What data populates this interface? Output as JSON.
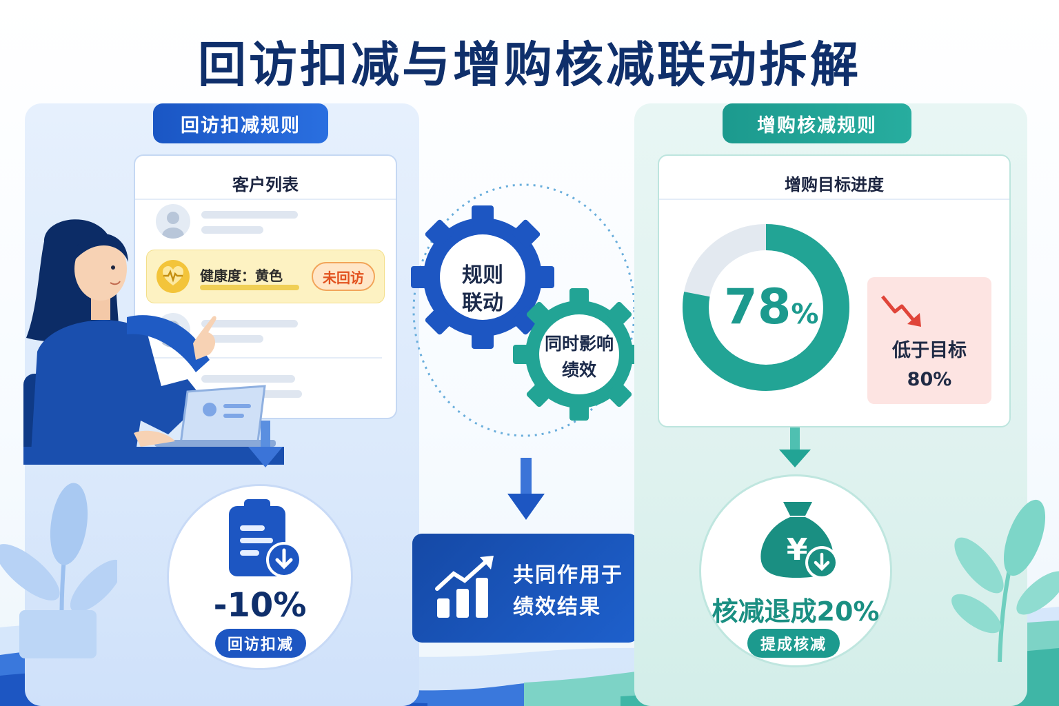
{
  "title": "回访扣减与增购核减联动拆解",
  "left_panel": {
    "tag": "回访扣减规则",
    "card_title": "客户列表",
    "highlight_row": {
      "health_text": "健康度：黄色",
      "status_badge": "未回访"
    },
    "result": {
      "value": "-10%",
      "label": "回访扣减"
    }
  },
  "center": {
    "gear_main": [
      "规则",
      "联动"
    ],
    "gear_secondary": [
      "同时影响",
      "绩效"
    ],
    "result_text": [
      "共同作用于",
      "绩效结果"
    ]
  },
  "right_panel": {
    "tag": "增购核减规则",
    "card_title": "增购目标进度",
    "progress": {
      "value": 0.78,
      "display": "78",
      "unit": "%"
    },
    "below_target": [
      "低于目标",
      "80%"
    ],
    "result": {
      "value": "核减退成20%",
      "label": "提成核减"
    }
  },
  "colors": {
    "navy": "#0f2f6b",
    "blue": "#1a56c4",
    "teal": "#1c9a8e",
    "health_yellow": "#f0cf55",
    "warning_red": "#e0453a"
  }
}
